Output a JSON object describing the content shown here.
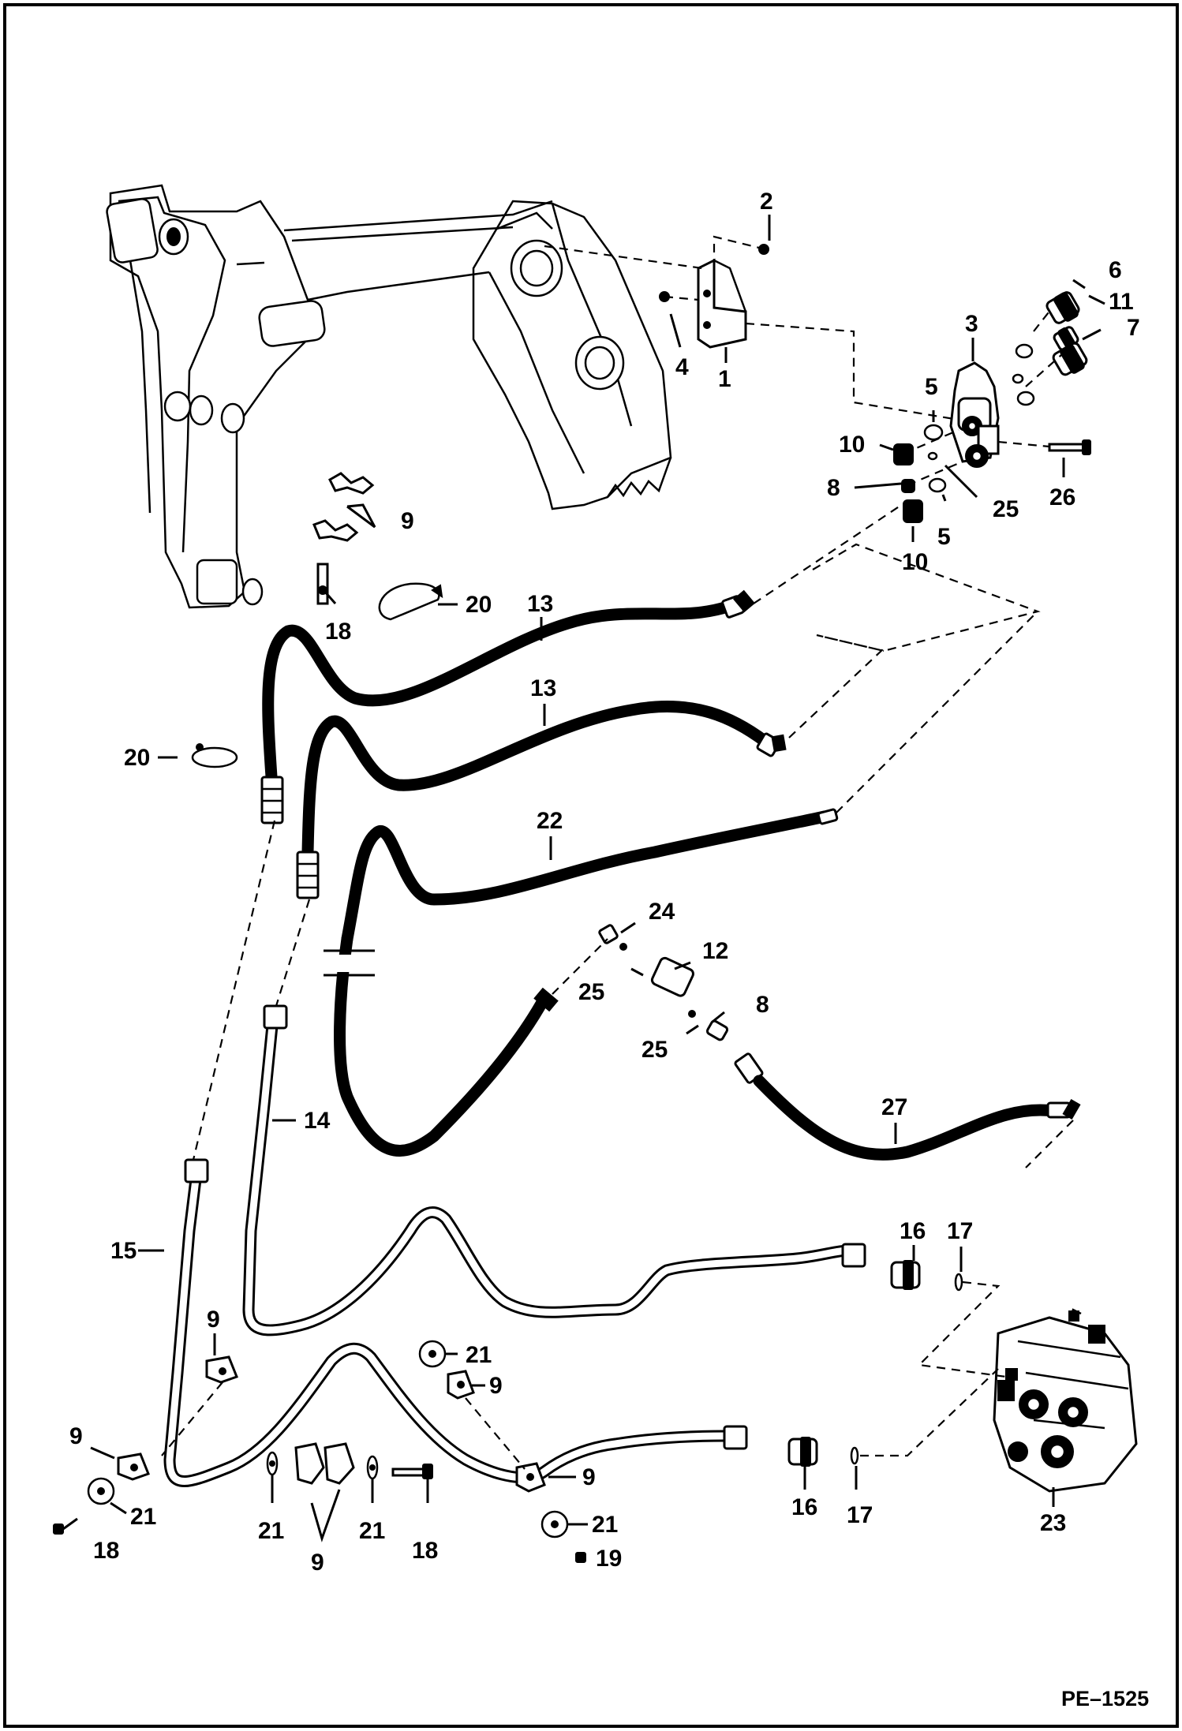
{
  "figure_code": "PE–1525",
  "callouts": [
    {
      "id": "c2",
      "label": "2"
    },
    {
      "id": "c6",
      "label": "6"
    },
    {
      "id": "c11",
      "label": "11"
    },
    {
      "id": "c7",
      "label": "7"
    },
    {
      "id": "c3",
      "label": "3"
    },
    {
      "id": "c4",
      "label": "4"
    },
    {
      "id": "c1",
      "label": "1"
    },
    {
      "id": "c5a",
      "label": "5"
    },
    {
      "id": "c10a",
      "label": "10"
    },
    {
      "id": "c8a",
      "label": "8"
    },
    {
      "id": "c25a",
      "label": "25"
    },
    {
      "id": "c26",
      "label": "26"
    },
    {
      "id": "c5b",
      "label": "5"
    },
    {
      "id": "c10b",
      "label": "10"
    },
    {
      "id": "c9a",
      "label": "9"
    },
    {
      "id": "c18a",
      "label": "18"
    },
    {
      "id": "c20a",
      "label": "20"
    },
    {
      "id": "c13a",
      "label": "13"
    },
    {
      "id": "c13b",
      "label": "13"
    },
    {
      "id": "c20b",
      "label": "20"
    },
    {
      "id": "c22",
      "label": "22"
    },
    {
      "id": "c24",
      "label": "24"
    },
    {
      "id": "c12",
      "label": "12"
    },
    {
      "id": "c25b",
      "label": "25"
    },
    {
      "id": "c8b",
      "label": "8"
    },
    {
      "id": "c25c",
      "label": "25"
    },
    {
      "id": "c14",
      "label": "14"
    },
    {
      "id": "c27",
      "label": "27"
    },
    {
      "id": "c15",
      "label": "15"
    },
    {
      "id": "c16a",
      "label": "16"
    },
    {
      "id": "c17a",
      "label": "17"
    },
    {
      "id": "c9b",
      "label": "9"
    },
    {
      "id": "c21a",
      "label": "21"
    },
    {
      "id": "c9c",
      "label": "9"
    },
    {
      "id": "c9d",
      "label": "9"
    },
    {
      "id": "c21b",
      "label": "21"
    },
    {
      "id": "c9e",
      "label": "9"
    },
    {
      "id": "c16b",
      "label": "16"
    },
    {
      "id": "c17b",
      "label": "17"
    },
    {
      "id": "c23",
      "label": "23"
    },
    {
      "id": "c21c",
      "label": "21"
    },
    {
      "id": "c18b",
      "label": "18"
    },
    {
      "id": "c21d",
      "label": "21"
    },
    {
      "id": "c21e",
      "label": "21"
    },
    {
      "id": "c18c",
      "label": "18"
    },
    {
      "id": "c9f",
      "label": "9"
    },
    {
      "id": "c21f",
      "label": "21"
    },
    {
      "id": "c19",
      "label": "19"
    }
  ]
}
